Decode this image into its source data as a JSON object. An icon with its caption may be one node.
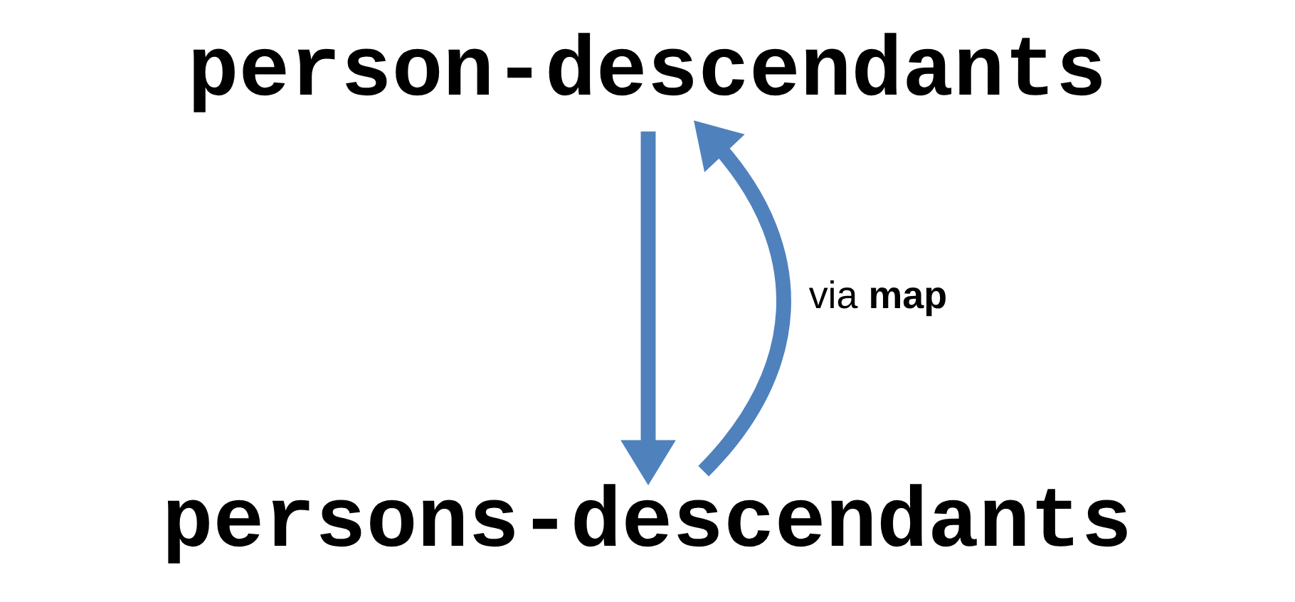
{
  "diagram": {
    "nodes": [
      {
        "text": [
          "person-descendants"
        ]
      },
      {
        "text": [
          "persons-descendants"
        ]
      }
    ],
    "edges": [
      {
        "from": 0,
        "to": 1,
        "arrow": "to"
      },
      {
        "from": 1,
        "to": 0,
        "arrow": "to",
        "label": "via **map**"
      }
    ]
  }
}
